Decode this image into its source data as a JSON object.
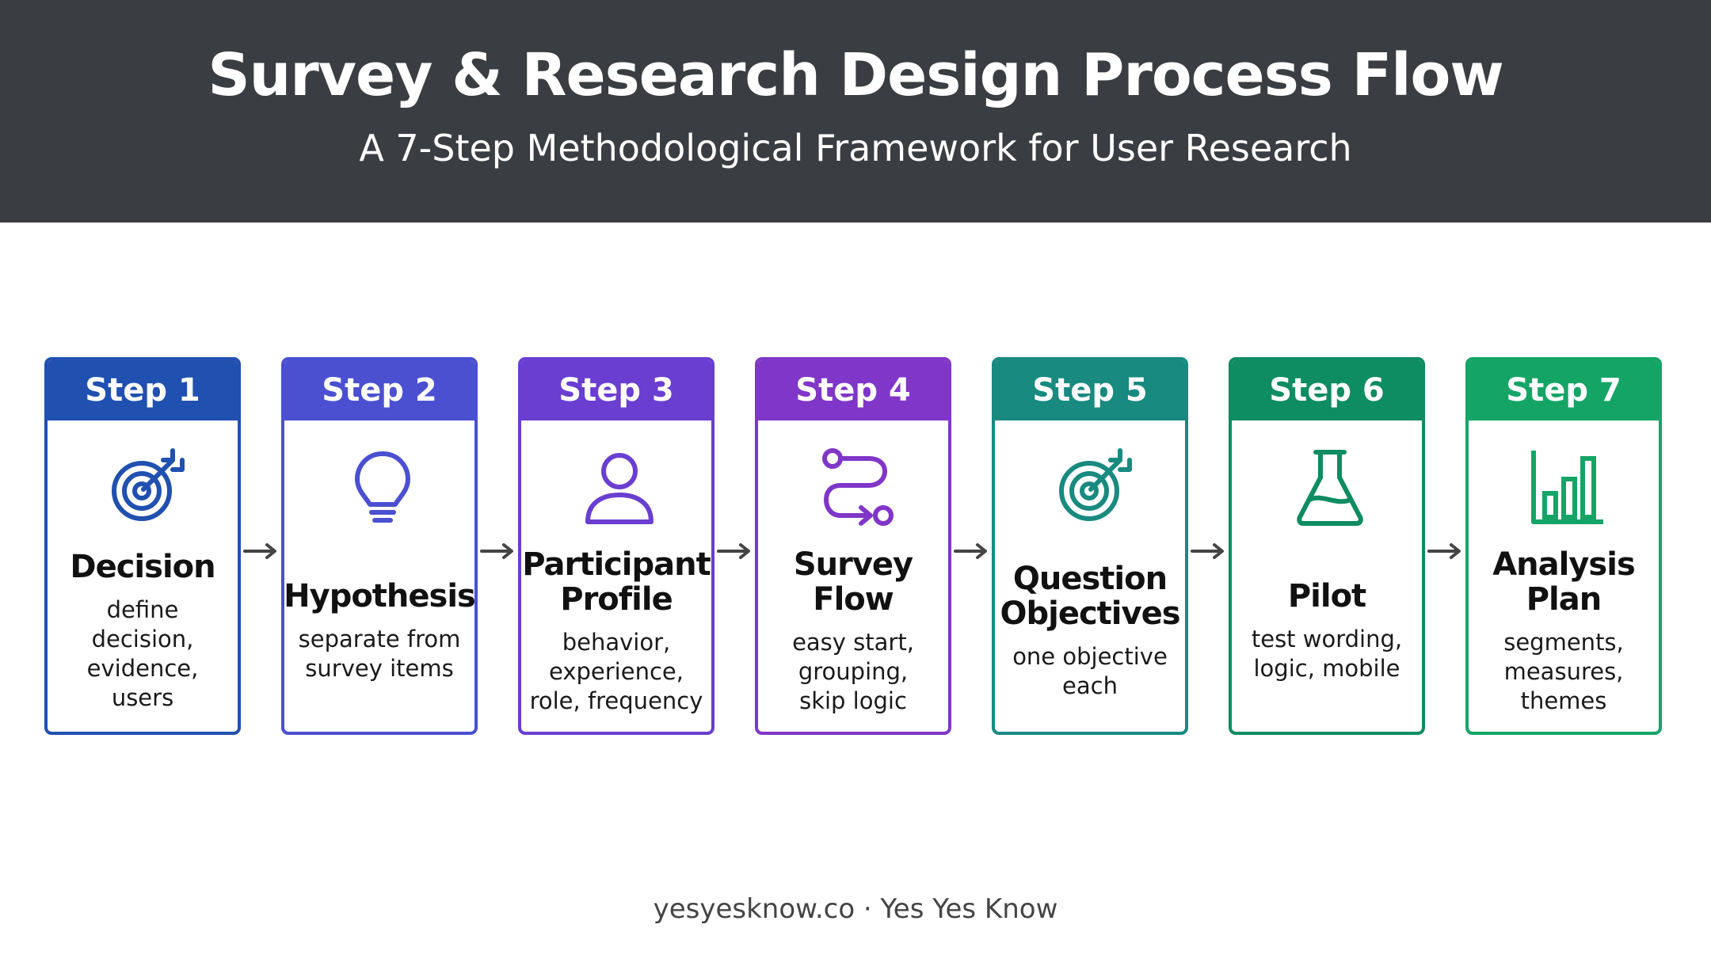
{
  "header": {
    "title": "Survey & Research Design Process Flow",
    "subtitle": "A 7-Step Methodological Framework for User Research"
  },
  "steps": [
    {
      "label": "Step 1",
      "title": "Decision",
      "desc": "define decision,\nevidence, users",
      "icon": "target-icon",
      "color": "#2050b0"
    },
    {
      "label": "Step 2",
      "title": "Hypothesis",
      "desc": "separate from\nsurvey items",
      "icon": "lightbulb-icon",
      "color": "#4a50d0"
    },
    {
      "label": "Step 3",
      "title": "Participant\nProfile",
      "desc": "behavior,\nexperience,\nrole, frequency",
      "icon": "user-icon",
      "color": "#6a3ed0"
    },
    {
      "label": "Step 4",
      "title": "Survey\nFlow",
      "desc": "easy start,\ngrouping,\nskip logic",
      "icon": "flow-path-icon",
      "color": "#8036c8"
    },
    {
      "label": "Step 5",
      "title": "Question\nObjectives",
      "desc": "one objective\neach",
      "icon": "target-icon",
      "color": "#188a80"
    },
    {
      "label": "Step 6",
      "title": "Pilot",
      "desc": "test wording,\nlogic, mobile",
      "icon": "flask-icon",
      "color": "#0e8c62"
    },
    {
      "label": "Step 7",
      "title": "Analysis\nPlan",
      "desc": "segments,\nmeasures,\nthemes",
      "icon": "bar-chart-icon",
      "color": "#14a566"
    }
  ],
  "footer": {
    "credit": "yesyesknow.co · Yes Yes Know"
  }
}
